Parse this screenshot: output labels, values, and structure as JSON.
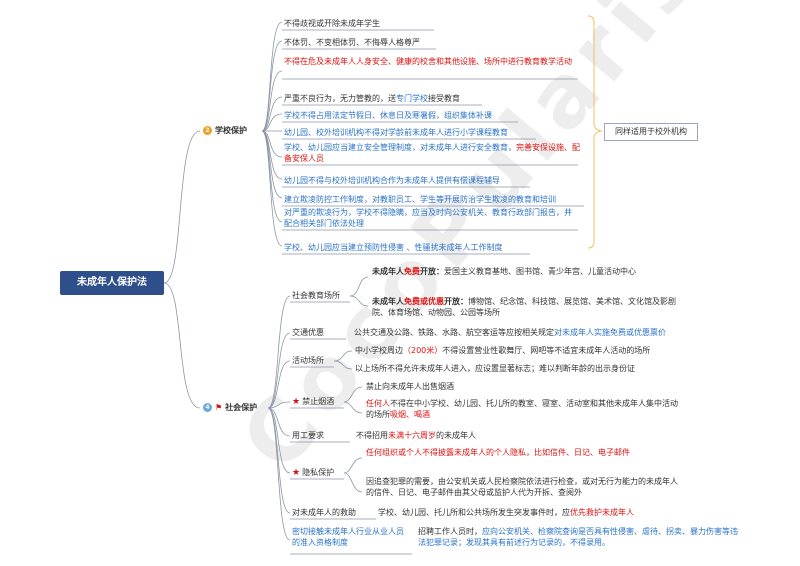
{
  "watermark": "CocoPularis",
  "root": "未成年人保护法",
  "school": {
    "label": "学校保护",
    "icon": "2",
    "note": "同样适用于校外机构",
    "items": [
      {
        "text": "不得歧视或开除未成年学生"
      },
      {
        "text": "不体罚、不变相体罚、不侮辱人格尊严"
      },
      {
        "text": "不得在危及未成年人人身安全、健康的校舍和其他设施、场所中进行教育教学活动"
      },
      {
        "p1": "严重不良行为，无力管教的，送",
        "p2": "专门学校",
        "p3": "接受教育"
      },
      {
        "text": "学校不得占用法定节假日、休息日及寒暑假，组织集体补课"
      },
      {
        "text": "幼儿园、校外培训机构不得对学龄前未成年人进行小学课程教育"
      },
      {
        "p1": "学校、幼儿园应当建立安全管理制度，对未成年人进行安全教育，",
        "p2": "完善安保设施、配备安保人员"
      },
      {
        "text": "幼儿园不得与校外培训机构合作为未成年人提供有偿课程辅导"
      },
      {
        "text": "建立欺凌防控工作制度，对教职员工、学生等开展防治学生欺凌的教育和培训"
      },
      {
        "text": "对严重的欺凌行为，学校不得隐瞒，应当及时向公安机关、教育行政部门报告，并配合相关部门依法处理"
      },
      {
        "text": "学校、幼儿园应当建立预防性侵害 、性骚扰未成年人工作制度"
      }
    ]
  },
  "social": {
    "label": "社会保护",
    "icon": "4",
    "edu": {
      "label": "社会教育场所",
      "free": {
        "p1": "未成年人",
        "p2": "免费",
        "p3": "开放：",
        "p4": "爱国主义教育基地、图书馆、青少年宫、儿童活动中心"
      },
      "discount": {
        "p1": "未成年人",
        "p2": "免费或优惠",
        "p3": "开放：",
        "p4": "博物馆、纪念馆、科技馆、展览馆、美术馆、文化馆及影剧院、体育场馆、动物园、公园等场所"
      }
    },
    "traffic": {
      "label": "交通优惠",
      "p1": "公共交通及公路、铁路、水路、航空客运等应按相关规定",
      "p2": "对未成年人实施免费或优惠票价"
    },
    "venue": {
      "label": "活动场所",
      "a": {
        "p1": "中小学校周边",
        "p2": "（200米）",
        "p3": "不得设置营业性歌舞厅、网吧等不适宜未成年人活动的场所"
      },
      "b": "以上场所不得允许未成年人进入，应设置显著标志；难以判断年龄的出示身份证"
    },
    "ban": {
      "label": "禁止烟酒",
      "a": "禁止向未成年人出售烟酒",
      "b": {
        "p1": "任何人",
        "p2": "不得在中小学校、幼儿园、托儿所的教室、寝室、活动室和其他未成年人集中活动的场所",
        "p3": "吸烟、喝酒"
      }
    },
    "employ": {
      "label": "用工要求",
      "p1": "不得招用",
      "p2": "未满十六周岁",
      "p3": "的未成年人"
    },
    "privacy": {
      "label": "隐私保护",
      "a": "任何组织或个人不得披露未成年人的个人隐私，比如信件、日记、电子邮件",
      "b": "因追查犯罪的需要，由公安机关或人民检察院依法进行检查，或对无行为能力的未成年人的信件、日记、电子邮件由其父母或监护人代为开拆、查阅外"
    },
    "rescue": {
      "label": "对未成年人的救助",
      "p1": "学校、幼儿园、托儿所和公共场所发生突发事件时，应",
      "p2": "优先救护未成年人"
    },
    "qualify": {
      "label": "密切接触未成年人行业从业人员的准入资格制度",
      "p1": "招聘工作人员时，",
      "p2": "应向公安机关、检察院查询是否具有性侵害、虐待、拐卖、暴力伤害等违法犯罪记录；发现其具有前述行为记录的，不得录用。"
    }
  },
  "colors": {
    "blue": "#2a72c9",
    "red": "#e01010",
    "root_bg": "#2f4f8a",
    "line": "#8c96a8",
    "note_bracket": "#f0c060"
  }
}
